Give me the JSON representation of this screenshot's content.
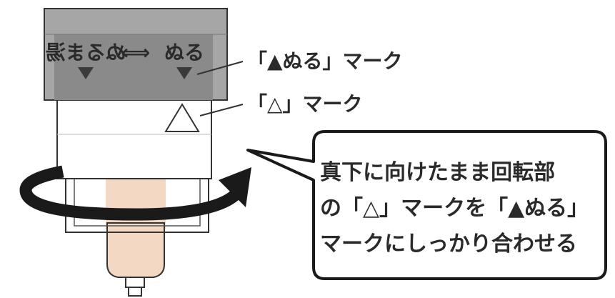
{
  "cap": {
    "left_label": "ぬるま湯",
    "left_label_mirrored": true,
    "arrow": "⟺",
    "right_label": "ぬる"
  },
  "labels": {
    "nuru_mark": "「▲ぬる」マーク",
    "triangle_mark": "「△」マーク"
  },
  "callout": {
    "line1": "真下に向けたまま回転部",
    "line2": "の「△」マークを「▲ぬる」",
    "line3": "マークにしっかり合わせる"
  },
  "colors": {
    "cap_fill": "#8a8a8a",
    "cap_top": "#a6a6a6",
    "outline": "#333333",
    "cartridge": "#f3d9c4",
    "arrow_black": "#1a1a1a"
  }
}
